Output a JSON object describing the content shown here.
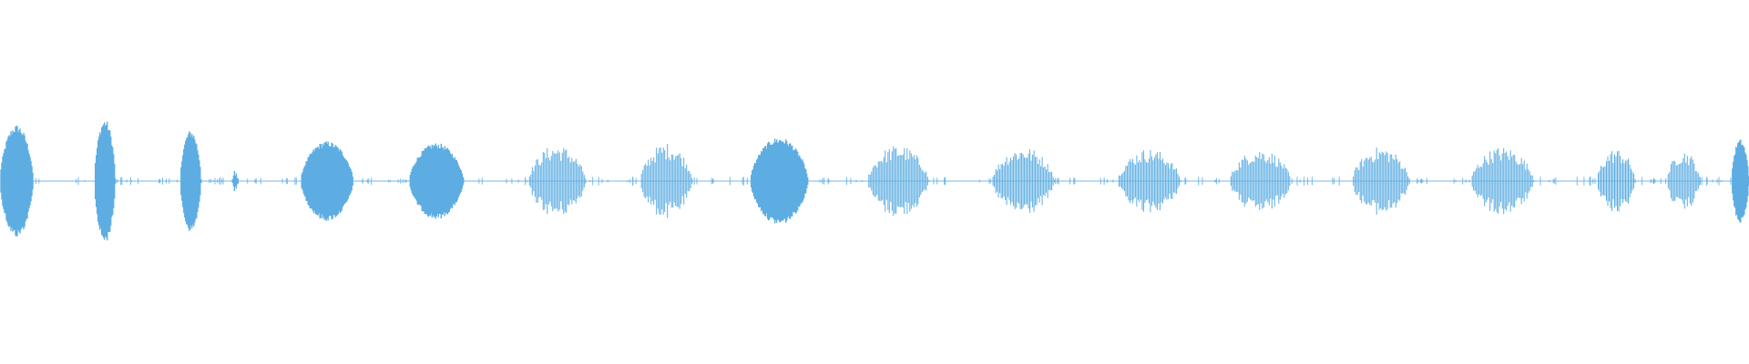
{
  "waveform": {
    "color": "#5dade2",
    "baseline_color": "#5dade2",
    "bursts": [
      {
        "start": 0.0,
        "end": 0.019,
        "amplitude": 0.31,
        "style": "dense"
      },
      {
        "start": 0.054,
        "end": 0.066,
        "amplitude": 0.34,
        "style": "dense"
      },
      {
        "start": 0.103,
        "end": 0.115,
        "amplitude": 0.28,
        "style": "dense"
      },
      {
        "start": 0.132,
        "end": 0.137,
        "amplitude": 0.06,
        "style": "spike"
      },
      {
        "start": 0.172,
        "end": 0.202,
        "amplitude": 0.22,
        "style": "dense"
      },
      {
        "start": 0.234,
        "end": 0.265,
        "amplitude": 0.21,
        "style": "dense"
      },
      {
        "start": 0.302,
        "end": 0.335,
        "amplitude": 0.2,
        "style": "striated"
      },
      {
        "start": 0.366,
        "end": 0.396,
        "amplitude": 0.21,
        "style": "striated"
      },
      {
        "start": 0.429,
        "end": 0.462,
        "amplitude": 0.24,
        "style": "dense"
      },
      {
        "start": 0.496,
        "end": 0.531,
        "amplitude": 0.2,
        "style": "striated"
      },
      {
        "start": 0.567,
        "end": 0.603,
        "amplitude": 0.19,
        "style": "striated"
      },
      {
        "start": 0.639,
        "end": 0.675,
        "amplitude": 0.18,
        "style": "striated"
      },
      {
        "start": 0.703,
        "end": 0.738,
        "amplitude": 0.18,
        "style": "striated"
      },
      {
        "start": 0.773,
        "end": 0.806,
        "amplitude": 0.19,
        "style": "striated"
      },
      {
        "start": 0.841,
        "end": 0.877,
        "amplitude": 0.19,
        "style": "striated"
      },
      {
        "start": 0.913,
        "end": 0.935,
        "amplitude": 0.18,
        "style": "striated"
      },
      {
        "start": 0.953,
        "end": 0.972,
        "amplitude": 0.17,
        "style": "striated"
      },
      {
        "start": 0.99,
        "end": 1.0,
        "amplitude": 0.23,
        "style": "dense"
      }
    ]
  }
}
